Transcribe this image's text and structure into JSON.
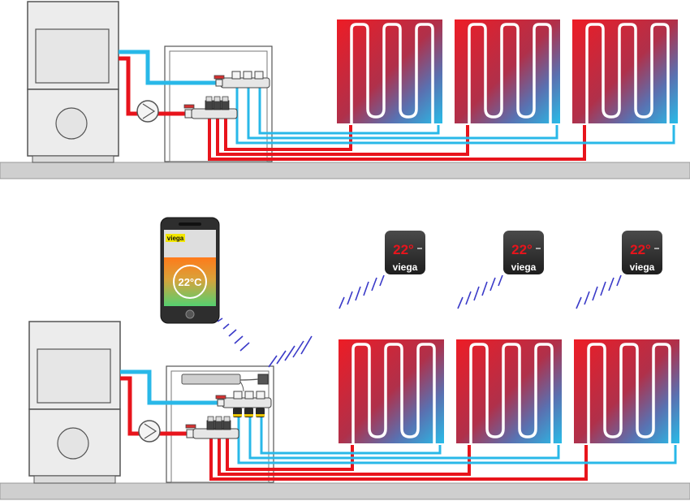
{
  "colors": {
    "hot": "#e8141c",
    "cold": "#29b8e8",
    "floor": "#cfcfcf",
    "boiler_fill": "#ececec",
    "outline": "#555555",
    "wave": "#3a3ac8",
    "thermostat_bg": "#333333",
    "thermostat_temp": "#e8141c",
    "logo_bg": "#f2e600"
  },
  "phone": {
    "brand": "viega",
    "temperature": "22°C"
  },
  "thermostats": [
    {
      "temperature": "22°",
      "brand": "viega"
    },
    {
      "temperature": "22°",
      "brand": "viega"
    },
    {
      "temperature": "22°",
      "brand": "viega"
    }
  ],
  "icons": {
    "boiler": "boiler-icon",
    "pump": "pump-icon",
    "manifold": "manifold-icon",
    "smartphone": "smartphone-icon",
    "thermostat": "thermostat-icon",
    "wireless": "wireless-signal-icon"
  }
}
